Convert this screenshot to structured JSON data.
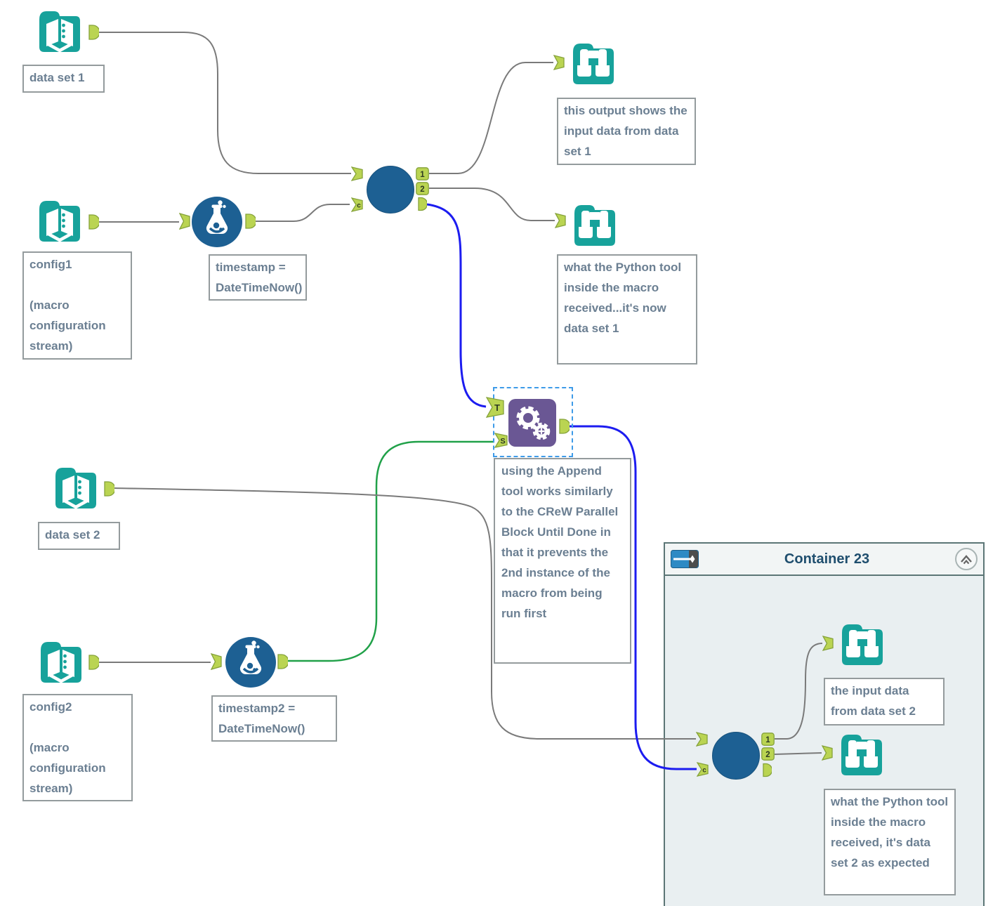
{
  "colors": {
    "tool_teal": "#17a29b",
    "tool_blue": "#1d6093",
    "tool_purple": "#6a5794",
    "anchor_fill": "#bad452",
    "anchor_stroke": "#85a23b",
    "wire_gray": "#7a7a7a",
    "wire_blue": "#1c1cf0",
    "wire_green": "#21a149",
    "comment_text": "#6b7f92",
    "comment_border": "#949b9d",
    "selection_border": "#3e9be8",
    "container_bg": "#e9eff1",
    "container_header_bg": "#f2f5f5",
    "container_border": "#5c7676",
    "container_title": "#1f4e6e"
  },
  "icons": {
    "input": "open-book-icon",
    "browse": "binoculars-icon",
    "formula": "flask-icon",
    "macro": "blue-circle-macro-icon",
    "append": "gears-icon",
    "toggle": "container-enable-toggle-icon",
    "collapse": "collapse-chevron-icon"
  },
  "anchors": {
    "out_1": "1",
    "out_2": "2",
    "in_c": "c",
    "in_t": "T",
    "in_s": "S"
  },
  "nodes": {
    "dataset1_label": "data set 1",
    "config1_label": "config1\n\n(macro configuration stream)",
    "formula1_label": "timestamp =\nDateTimeNow()",
    "dataset2_label": "data set 2",
    "config2_label": "config2\n\n(macro configuration stream)",
    "formula2_label": "timestamp2 =\nDateTimeNow()"
  },
  "comments": {
    "browse1": "this output shows the input data from data set 1",
    "browse2": " what the Python tool inside the macro received...it's now data set 1",
    "append": "using the Append tool works similarly to the CReW Parallel Block Until Done in that it prevents the 2nd instance of the macro from being run first",
    "browse3": "the input data from data set 2",
    "browse4": "what the Python tool inside the macro received, it's data set 2 as expected"
  },
  "container": {
    "title": "Container 23"
  }
}
